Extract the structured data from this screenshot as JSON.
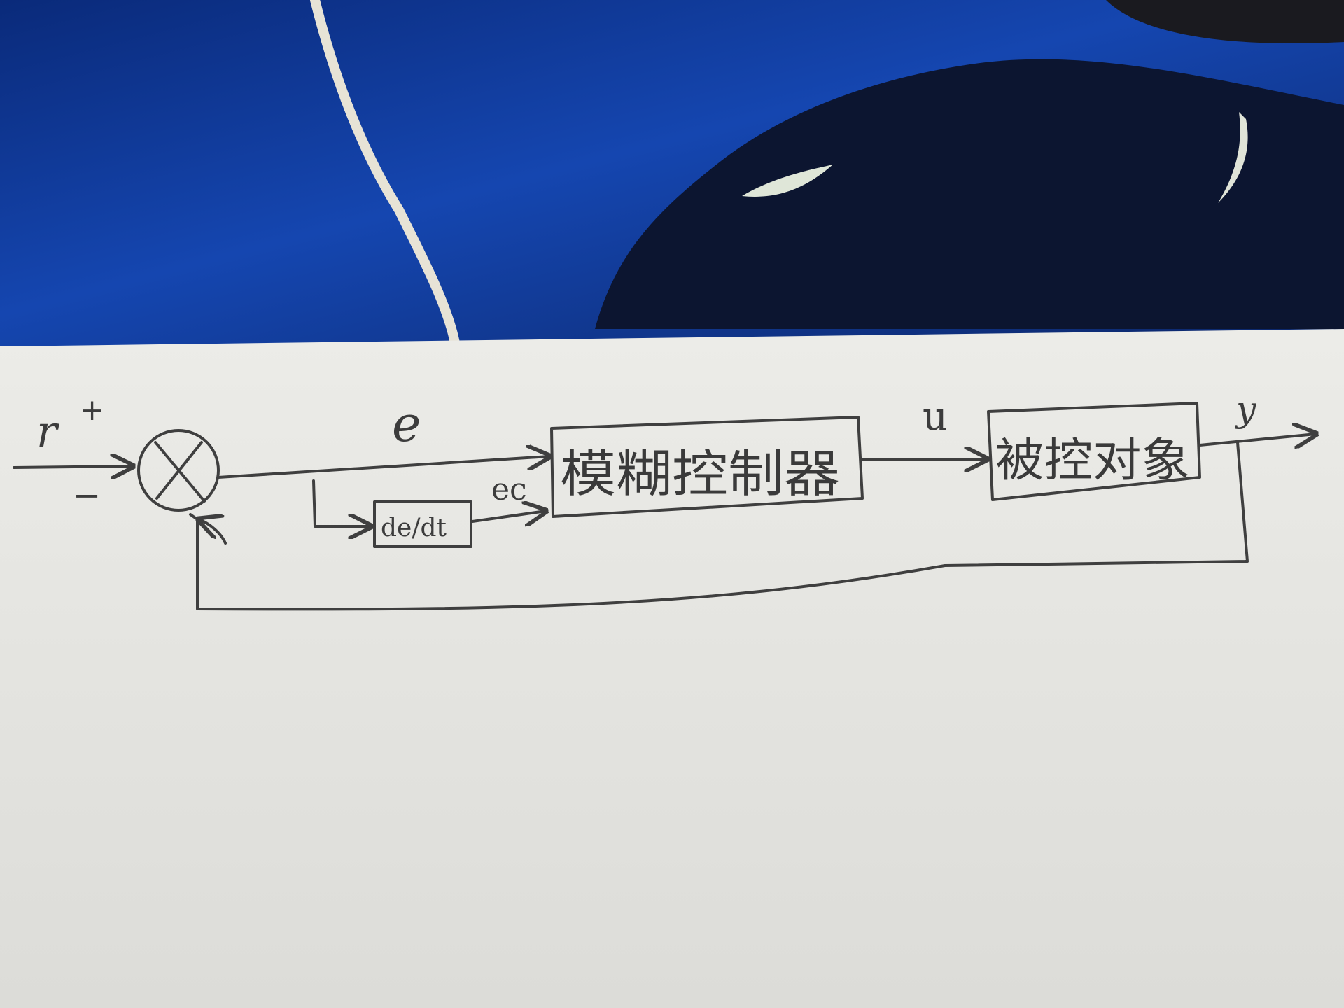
{
  "diagram": {
    "labels": {
      "reference": "r",
      "plus_sign": "+",
      "minus_sign": "−",
      "error": "e",
      "error_change": "ec",
      "derivative": "de/dt",
      "control_signal": "u",
      "output": "y"
    },
    "blocks": {
      "fuzzy_controller": "模糊控制器",
      "plant": "被控对象"
    }
  },
  "colors": {
    "ink": "#3f3f3f",
    "paper": "#e8e8e4",
    "background_blue": "#0d2a6e"
  }
}
